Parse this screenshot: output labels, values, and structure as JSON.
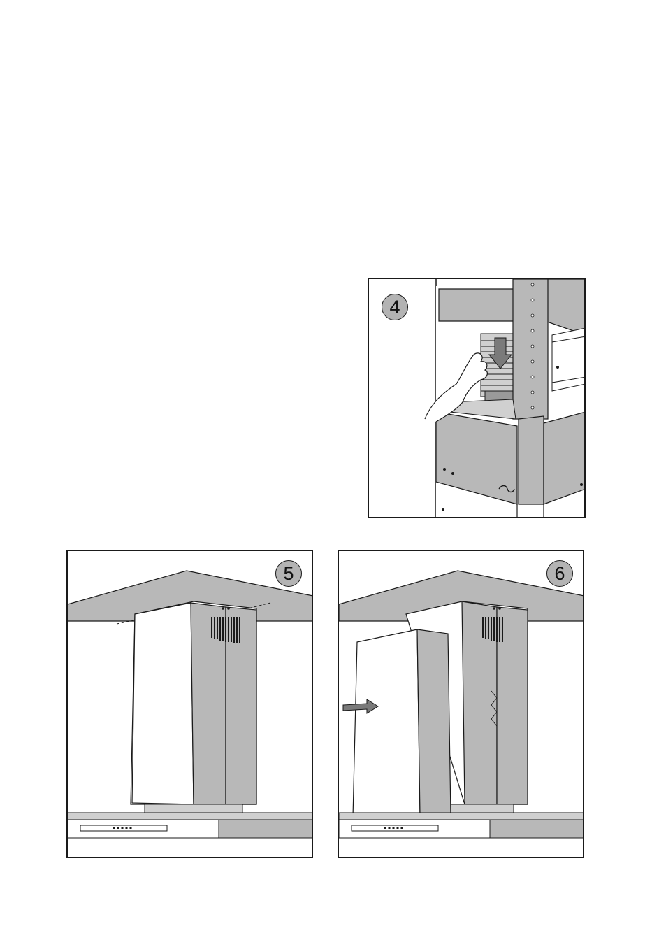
{
  "figures": [
    {
      "id": "fig4",
      "step": "4"
    },
    {
      "id": "fig5",
      "step": "5"
    },
    {
      "id": "fig6",
      "step": "6"
    }
  ],
  "colors": {
    "panel_gray": "#b8b8b8",
    "light_gray": "#d0d0d0",
    "dark_gray": "#7a7a7a",
    "line": "#1a1a1a"
  }
}
